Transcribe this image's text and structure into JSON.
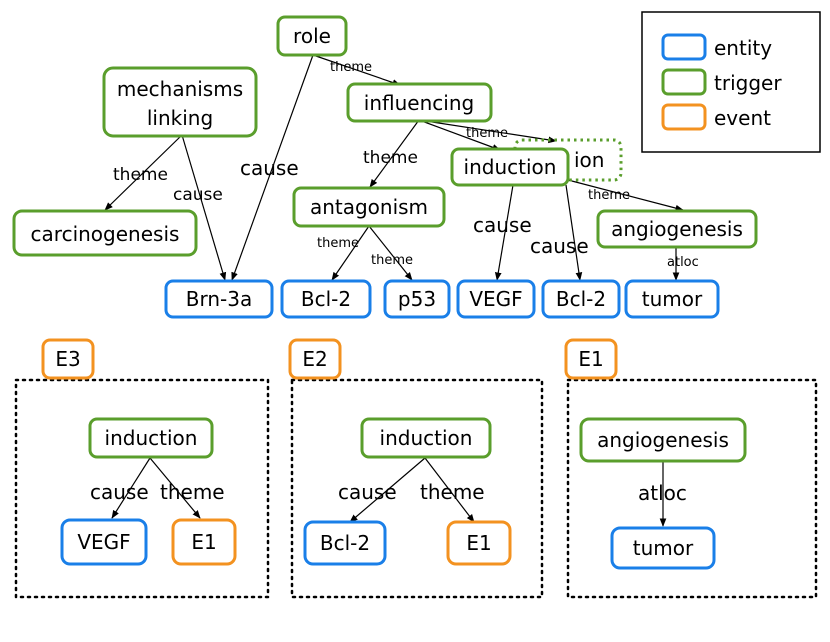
{
  "colors": {
    "entity": "#1a7fe8",
    "trigger": "#5a9e2c",
    "event": "#f39220",
    "edge": "#000000"
  },
  "legend": {
    "entity": "entity",
    "trigger": "trigger",
    "event": "event"
  },
  "graph": {
    "nodes": {
      "role": "role",
      "mechanisms": [
        "mechanisms",
        "linking"
      ],
      "carcinogenesis": "carcinogenesis",
      "influencing": "influencing",
      "antagonism": "antagonism",
      "induction": "induction",
      "induction_ghost": "ion",
      "angiogenesis": "angiogenesis",
      "brn3a": "Brn-3a",
      "bcl2_a": "Bcl-2",
      "p53": "p53",
      "vegf": "VEGF",
      "bcl2_b": "Bcl-2",
      "tumor": "tumor"
    },
    "edges": {
      "role_influencing": "theme",
      "role_brn3a": "cause",
      "mech_carcin": "theme",
      "mech_brn3a": "cause",
      "infl_antagonism": "theme",
      "infl_induction": "theme",
      "antag_bcl2": "theme",
      "antag_p53": "theme",
      "ind_vegf": "cause",
      "ind_bcl2": "cause",
      "ind_angio": "theme",
      "angio_tumor": "atloc"
    }
  },
  "events": {
    "e3": {
      "tag": "E3",
      "trigger": "induction",
      "cause_label": "cause",
      "theme_label": "theme",
      "cause_arg": "VEGF",
      "theme_arg": "E1"
    },
    "e2": {
      "tag": "E2",
      "trigger": "induction",
      "cause_label": "cause",
      "theme_label": "theme",
      "cause_arg": "Bcl-2",
      "theme_arg": "E1"
    },
    "e1": {
      "tag": "E1",
      "trigger": "angiogenesis",
      "atloc_label": "atloc",
      "arg": "tumor"
    }
  }
}
